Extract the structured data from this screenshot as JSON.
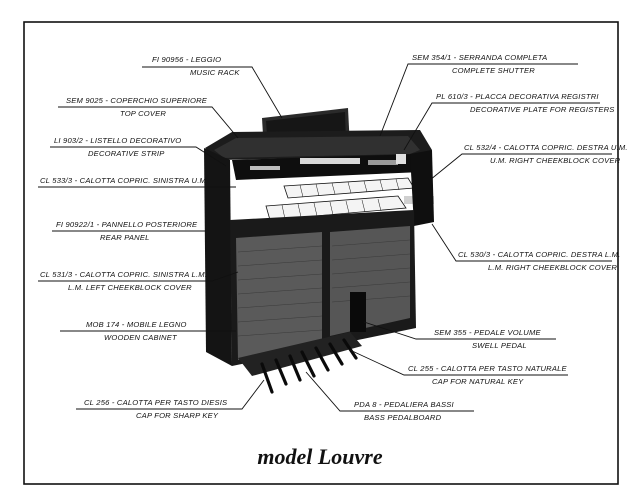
{
  "title": "model Louvre",
  "callouts": [
    {
      "code": "FI 90956 - LEGGIO",
      "name": "MUSIC RACK"
    },
    {
      "code": "SEM 9025 - COPERCHIO SUPERIORE",
      "name": "TOP COVER"
    },
    {
      "code": "LI 903/2 - LISTELLO DECORATIVO",
      "name": "DECORATIVE STRIP"
    },
    {
      "code": "CL 533/3 - CALOTTA COPRIC. SINISTRA U.M.",
      "name": ""
    },
    {
      "code": "FI 90922/1 - PANNELLO POSTERIORE",
      "name": "REAR PANEL"
    },
    {
      "code": "CL 531/3 - CALOTTA COPRIC. SINISTRA L.M.",
      "name": "L.M. LEFT CHEEKBLOCK COVER"
    },
    {
      "code": "MOB 174 - MOBILE LEGNO",
      "name": "WOODEN CABINET"
    },
    {
      "code": "CL 256 - CALOTTA PER TASTO DIESIS",
      "name": "CAP FOR SHARP KEY"
    },
    {
      "code": "SEM 354/1 - SERRANDA COMPLETA",
      "name": "COMPLETE SHUTTER"
    },
    {
      "code": "PL 610/3 - PLACCA DECORATIVA REGISTRI",
      "name": "DECORATIVE PLATE FOR REGISTERS"
    },
    {
      "code": "CL 532/4 - CALOTTA COPRIC. DESTRA U.M.",
      "name": "U.M. RIGHT CHEEKBLOCK COVER"
    },
    {
      "code": "CL 530/3 - CALOTTA COPRIC. DESTRA L.M.",
      "name": "L.M. RIGHT CHEEKBLOCK COVER"
    },
    {
      "code": "SEM 355 - PEDALE VOLUME",
      "name": "SWELL PEDAL"
    },
    {
      "code": "CL 255 - CALOTTA PER TASTO NATURALE",
      "name": "CAP FOR NATURAL KEY"
    },
    {
      "code": "PDA 8 - PEDALIERA BASSI",
      "name": "BASS PEDALBOARD"
    }
  ]
}
